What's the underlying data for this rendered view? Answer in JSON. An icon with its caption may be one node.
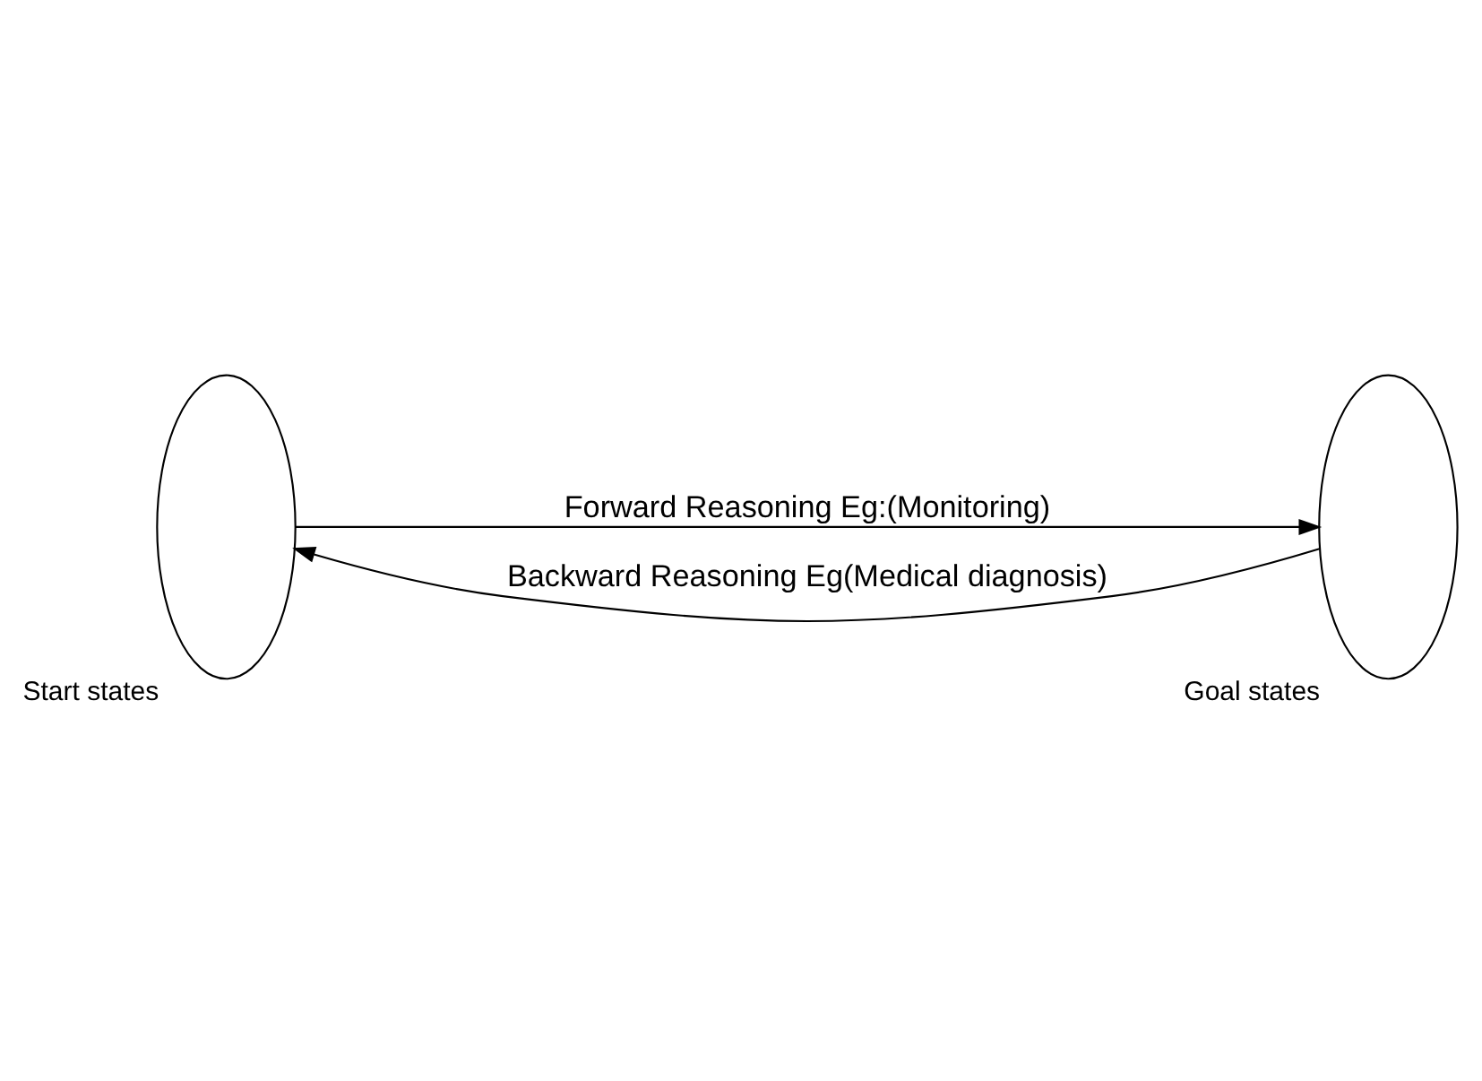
{
  "diagram": {
    "nodes": [
      {
        "text": [],
        "shape": "ellipse",
        "beside": [
          "Start states"
        ]
      },
      {
        "text": [],
        "shape": "ellipse",
        "beside": [
          "Goal states"
        ]
      }
    ],
    "edges": [
      {
        "from": 0,
        "to": 1,
        "arrow": "to",
        "label": "Forward Reasoning Eg:(Monitoring)"
      },
      {
        "from": 1,
        "to": 0,
        "arrow": "to",
        "label": "Backward Reasoning Eg(Medical diagnosis)"
      }
    ]
  }
}
